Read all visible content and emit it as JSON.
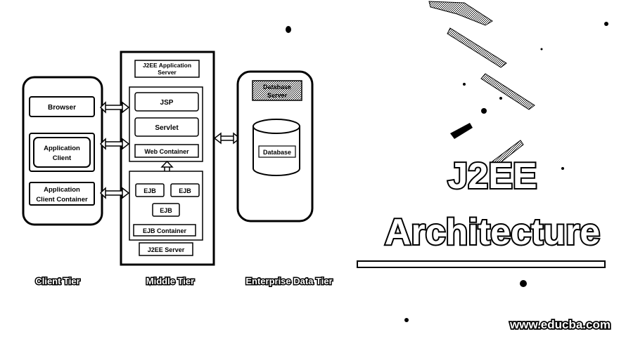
{
  "client_tier": {
    "browser": "Browser",
    "app_client_line1": "Application",
    "app_client_line2": "Client",
    "container_line1": "Application",
    "container_line2": "Client Container",
    "label": "Client Tier"
  },
  "middle_tier": {
    "server_line1": "J2EE Application",
    "server_line2": "Server",
    "jsp": "JSP",
    "servlet": "Servlet",
    "web_container": "Web Container",
    "ejb1": "EJB",
    "ejb2": "EJB",
    "ejb3": "EJB",
    "ejb_container": "EJB Container",
    "j2ee_server": "J2EE Server",
    "label": "Middle Tier"
  },
  "data_tier": {
    "server_line1": "Database",
    "server_line2": "Server",
    "database": "Database",
    "label": "Enterprise Data Tier"
  },
  "title": {
    "line1": "J2EE",
    "line2": "Architecture"
  },
  "watermark": "www.educba.com"
}
